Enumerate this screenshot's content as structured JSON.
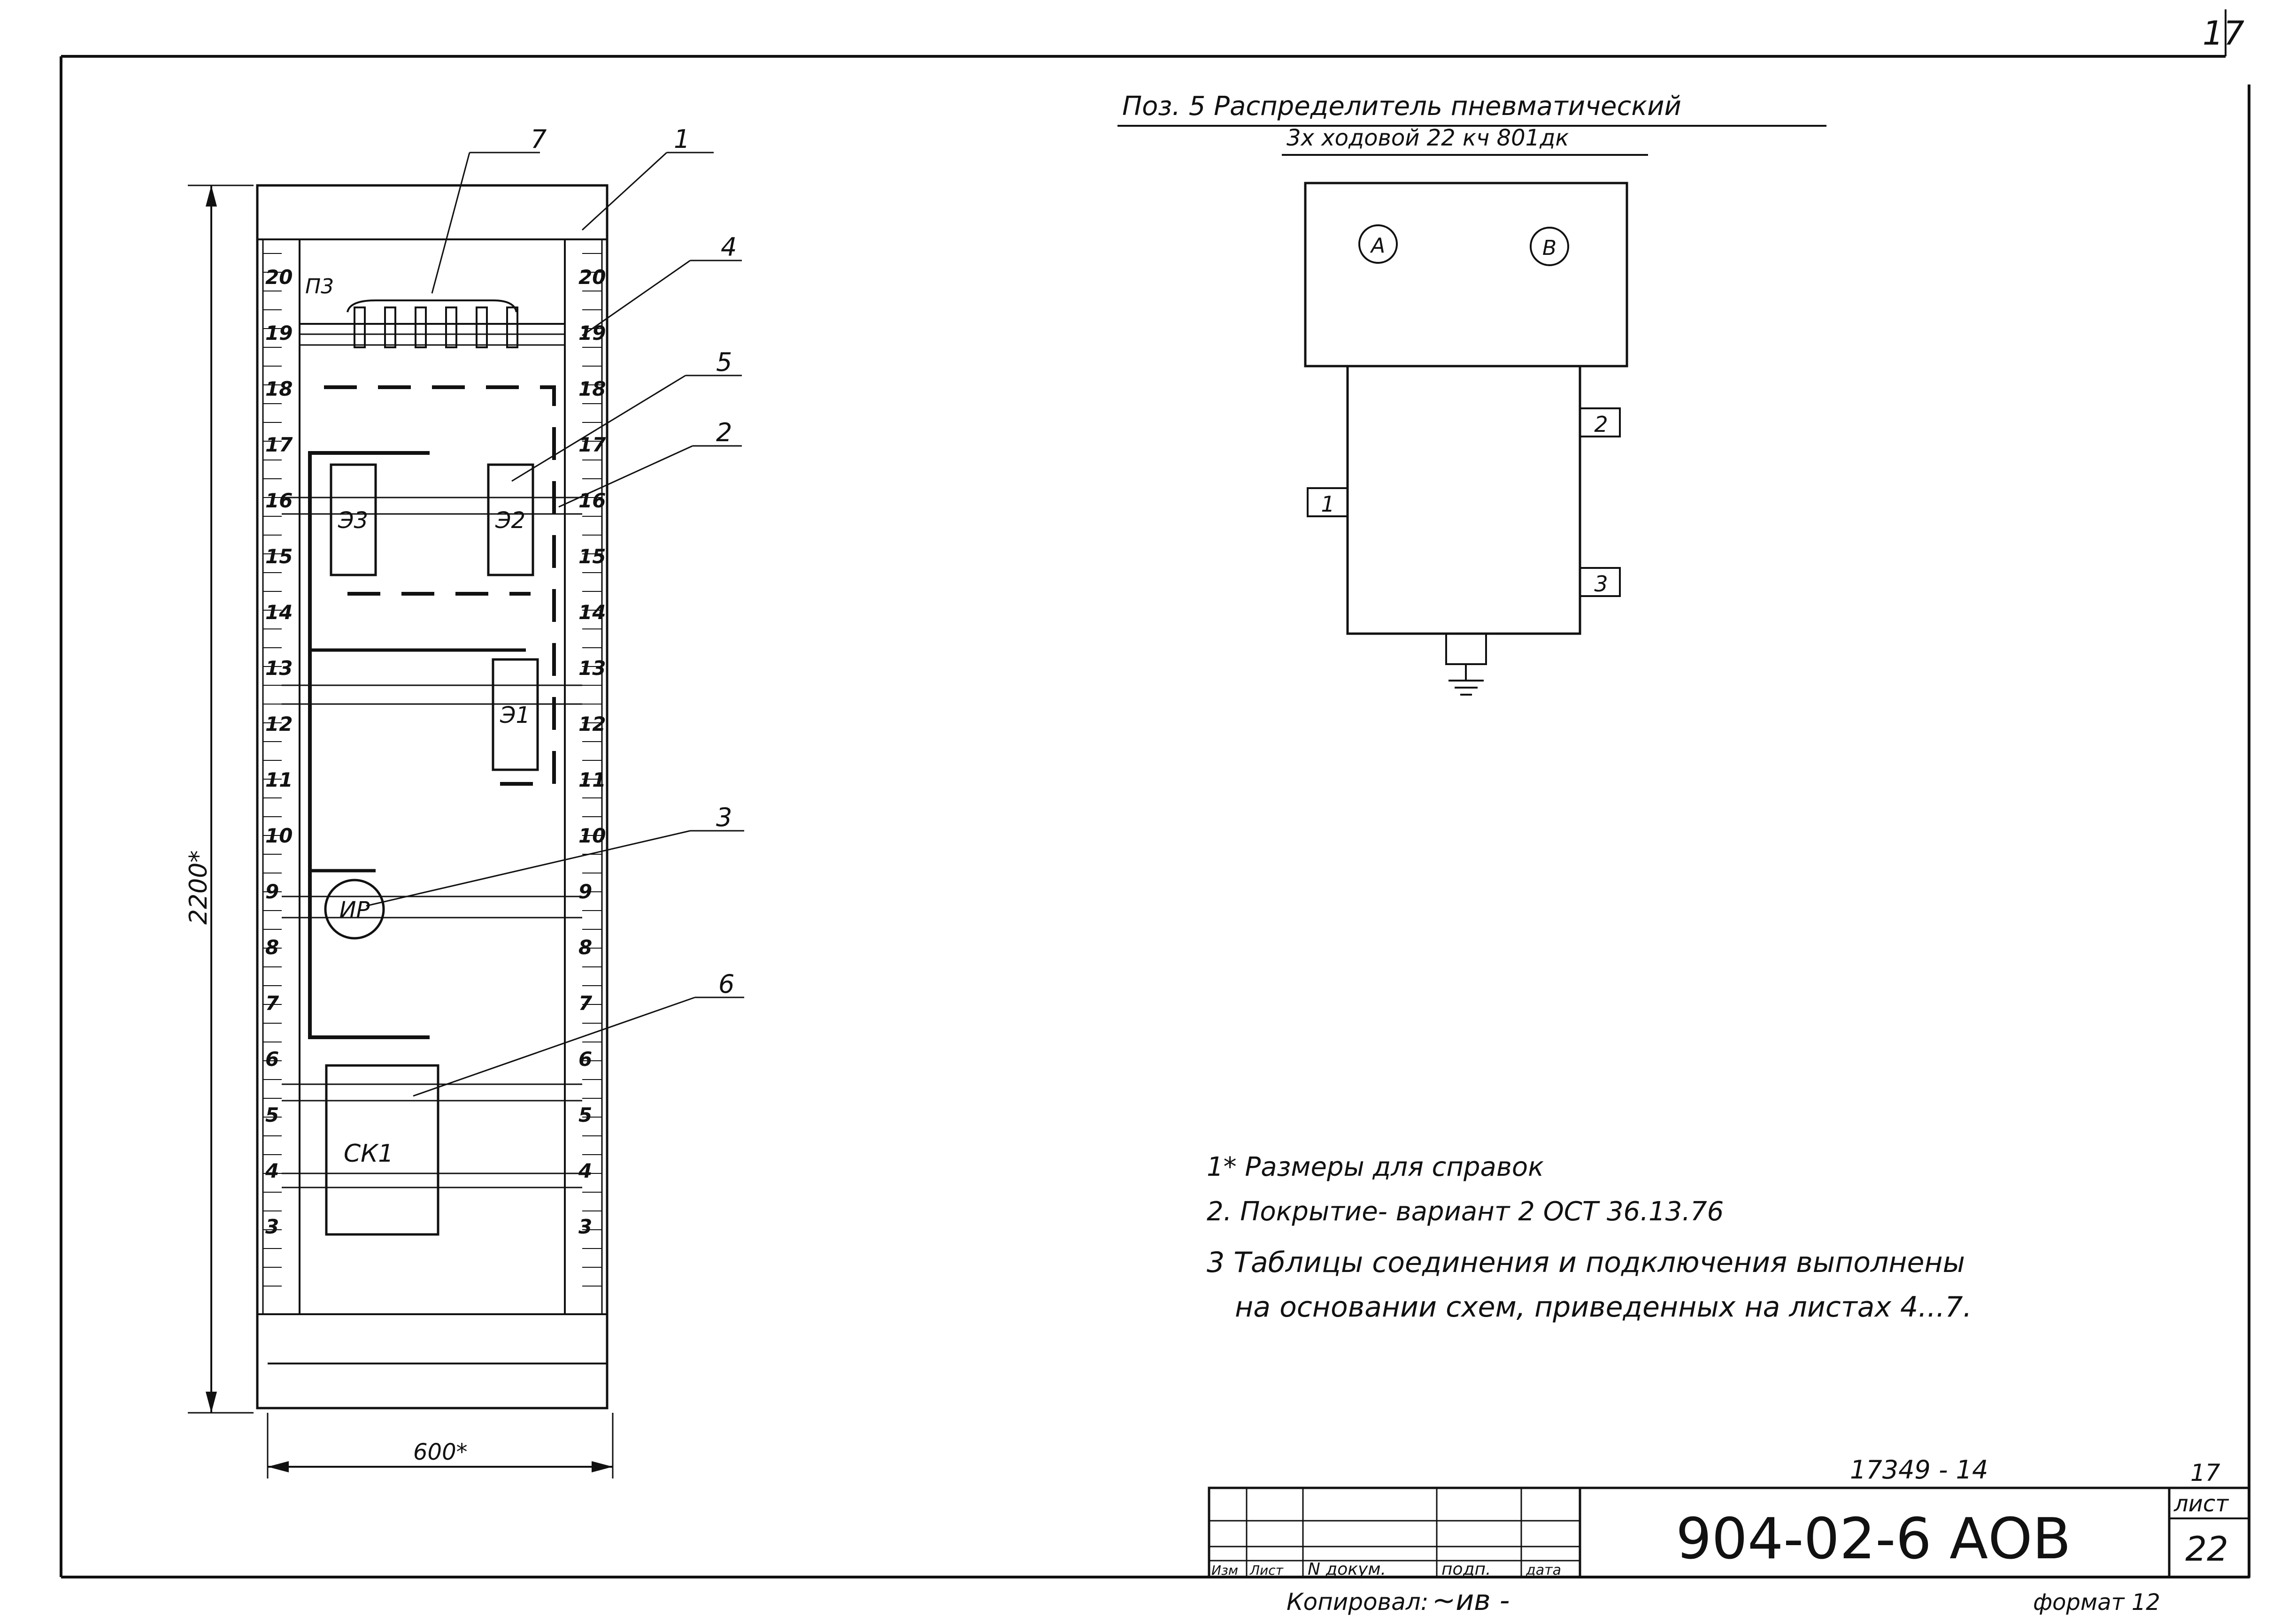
{
  "sheet": {
    "corner_number": "17",
    "inventory_number": "17349 - 14",
    "designation": "904-02-6 АОВ",
    "sheet_label": "лист",
    "sheet_number": "22",
    "sheet_total": "17",
    "copied_label": "Копировал:",
    "copied_signature": "~ив -",
    "format_label": "формат 12",
    "title_block_headers": [
      "Изм",
      "Лист",
      "N докум.",
      "подп.",
      "дата"
    ]
  },
  "cabinet": {
    "height_dimension": "2200*",
    "width_dimension": "600*",
    "panel_label": "П3",
    "rail_numbers": [
      "20",
      "19",
      "18",
      "17",
      "16",
      "15",
      "14",
      "13",
      "12",
      "11",
      "10",
      "9",
      "8",
      "7",
      "6",
      "5",
      "4",
      "3"
    ],
    "components": {
      "e3": "Э3",
      "e2": "Э2",
      "e1": "Э1",
      "ir": "ИР",
      "sk1": "СК1"
    },
    "callouts": [
      "7",
      "1",
      "4",
      "5",
      "2",
      "3",
      "6"
    ]
  },
  "distributor": {
    "title_line1": "Поз. 5   Распределитель пневматический",
    "title_line2": "3х ходовой  22 кч 801дк",
    "port_a": "А",
    "port_b": "В",
    "ports": [
      "2",
      "1",
      "3"
    ]
  },
  "notes": [
    "1* Размеры для справок",
    "2. Покрытие- вариант 2   ОСТ 36.13.76",
    "3  Таблицы соединения и подключения выполнены",
    "на основании схем, приведенных на листах  4...7."
  ]
}
